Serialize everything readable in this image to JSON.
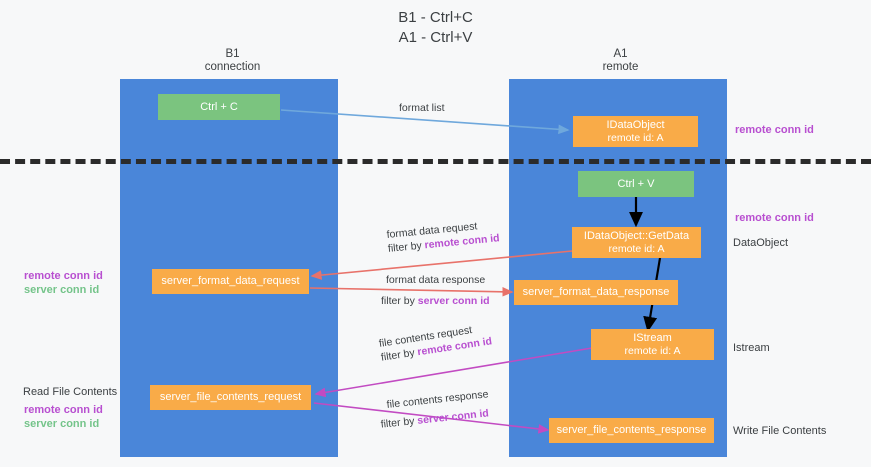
{
  "title": "B1 - Ctrl+C\nA1 - Ctrl+V",
  "columns": [
    {
      "name": "b1",
      "label": "B1\nconnection"
    },
    {
      "name": "a1",
      "label": "A1\nremote"
    }
  ],
  "colors": {
    "lane": "#4a86d9",
    "node_orange": "#f9ab48",
    "node_green": "#7bc47f",
    "accent_remote": "#b84fd0",
    "accent_server": "#74c48a",
    "arrow_blue": "#6fa8dc",
    "arrow_red": "#e8726a",
    "arrow_magenta": "#c24bc2",
    "arrow_black": "#000000",
    "background": "#f7f8f9",
    "divider": "#2b2b2b"
  },
  "nodes": {
    "ctrl_c": {
      "line1": "Ctrl + C",
      "line2": ""
    },
    "idataobject": {
      "line1": "IDataObject",
      "line2": "remote id: A"
    },
    "ctrl_v": {
      "line1": "Ctrl + V",
      "line2": ""
    },
    "getdata": {
      "line1": "IDataObject::GetData",
      "line2": "remote id: A"
    },
    "server_format_data_request": {
      "line1": "server_format_data_request",
      "line2": ""
    },
    "server_format_data_response": {
      "line1": "server_format_data_response",
      "line2": ""
    },
    "istream": {
      "line1": "IStream",
      "line2": "remote id: A"
    },
    "server_file_contents_request": {
      "line1": "server_file_contents_request",
      "line2": ""
    },
    "server_file_contents_response": {
      "line1": "server_file_contents_response",
      "line2": ""
    }
  },
  "edges": {
    "format_list": {
      "line1": "format list",
      "line2": "",
      "key2": ""
    },
    "format_data_request": {
      "line1": "format data request",
      "line2": "filter by ",
      "key2": "remote conn id"
    },
    "format_data_response": {
      "line1": "format data response",
      "line2": "filter by ",
      "key2": "server conn id"
    },
    "file_contents_request": {
      "line1": "file contents request",
      "line2": "filter by ",
      "key2": "remote conn id"
    },
    "file_contents_response": {
      "line1": "file contents response",
      "line2": "filter by ",
      "key2": "server conn id"
    }
  },
  "side_notes": {
    "remote_conn_id_top": "remote conn id",
    "remote_conn_id_mid": "remote conn id",
    "dataobject": "DataObject",
    "istream": "Istream",
    "write_file_contents": "Write File Contents",
    "read_file_contents": "Read File Contents"
  },
  "legends": {
    "left_mid": {
      "remote": "remote conn id",
      "server": "server conn id"
    },
    "left_bottom": {
      "remote": "remote conn id",
      "server": "server conn id"
    }
  }
}
